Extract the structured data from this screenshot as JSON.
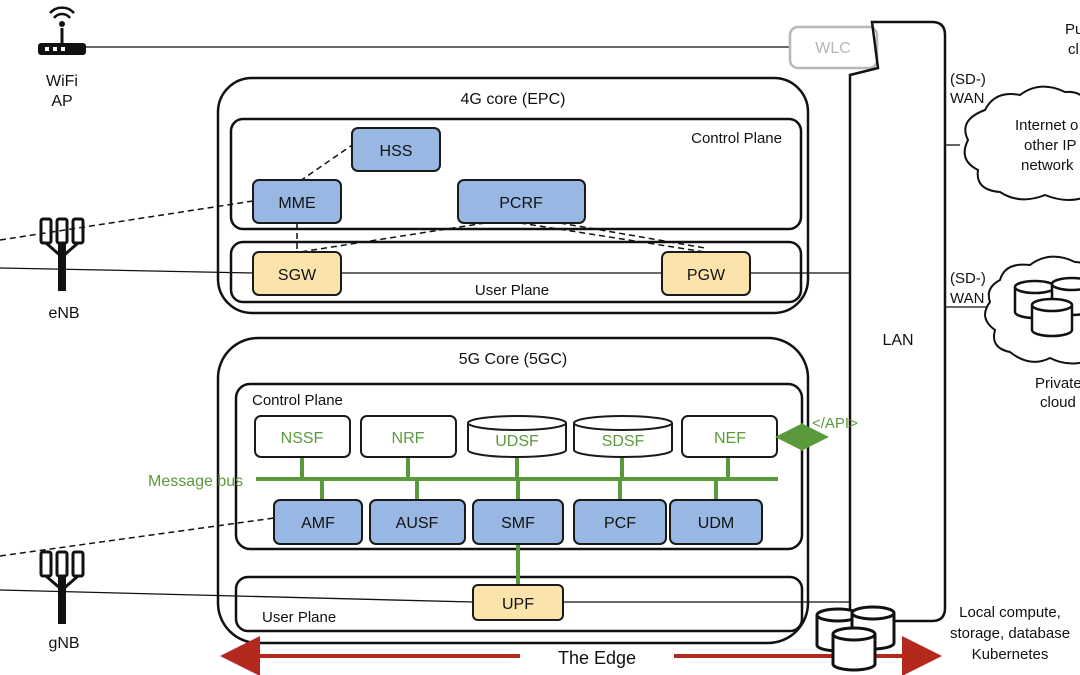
{
  "wifi": {
    "label_line1": "WiFi",
    "label_line2": "AP"
  },
  "wlc": {
    "label": "WLC"
  },
  "enb": {
    "label": "eNB"
  },
  "gnb": {
    "label": "gNB"
  },
  "core4g": {
    "title": "4G core (EPC)",
    "control_plane": "Control Plane",
    "user_plane": "User Plane",
    "hss": "HSS",
    "mme": "MME",
    "pcrf": "PCRF",
    "sgw": "SGW",
    "pgw": "PGW"
  },
  "core5g": {
    "title": "5G Core (5GC)",
    "control_plane": "Control Plane",
    "user_plane": "User Plane",
    "nssf": "NSSF",
    "nrf": "NRF",
    "udsf": "UDSF",
    "sdsf": "SDSF",
    "nef": "NEF",
    "api": "</API>",
    "message_bus": "Message bus",
    "amf": "AMF",
    "ausf": "AUSF",
    "smf": "SMF",
    "pcf": "PCF",
    "udm": "UDM",
    "upf": "UPF"
  },
  "lan": {
    "label": "LAN"
  },
  "edge": {
    "label": "The Edge"
  },
  "wan_top": {
    "line1": "(SD-)",
    "line2": "WAN"
  },
  "wan_bottom": {
    "line1": "(SD-)",
    "line2": "WAN"
  },
  "public_cloud": {
    "line1": "Pu",
    "line2": "cl"
  },
  "internet": {
    "line1": "Internet o",
    "line2": "other IP",
    "line3": "network"
  },
  "private_cloud": {
    "line1": "Private",
    "line2": "cloud"
  },
  "local_compute": {
    "line1": "Local compute,",
    "line2": "storage, database",
    "line3": "Kubernetes"
  },
  "colors": {
    "blue_box": "#99b7e3",
    "tan_box": "#fbe3ac",
    "green_bus": "#5b9a3c",
    "red_arrow": "#b5281e",
    "wlc_gray": "#b8b8b8"
  }
}
